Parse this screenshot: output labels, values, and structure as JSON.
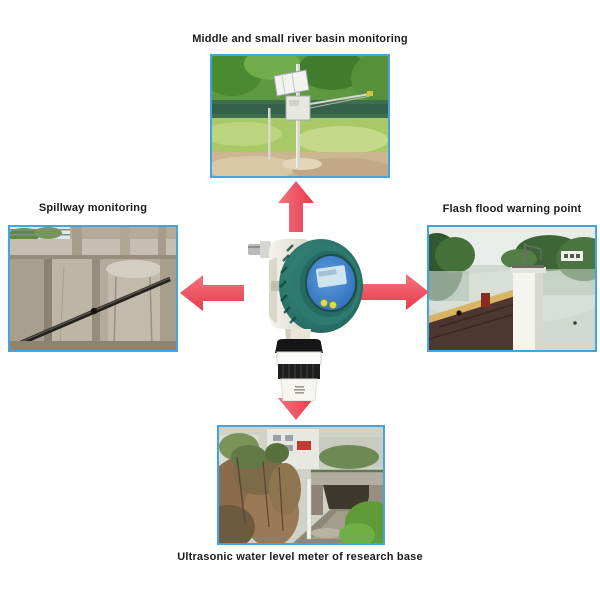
{
  "colors": {
    "arrow_red": "#e9404f",
    "arrow_red_light": "#f4737e",
    "image_border_blue": "#42a5e0",
    "label_text": "#1b1b1b"
  },
  "center": {
    "device_icon": "ultrasonic-level-meter-illustration"
  },
  "nodes": {
    "top": {
      "label": "Middle and small river basin monitoring",
      "photo_icon": "river-basin-monitoring-station-photo"
    },
    "left": {
      "label": "Spillway monitoring",
      "photo_icon": "spillway-concrete-structure-photo"
    },
    "right": {
      "label": "Flash flood warning point",
      "photo_icon": "flood-warning-lake-tower-photo"
    },
    "bottom": {
      "label": "Ultrasonic water level meter of research base",
      "photo_icon": "research-base-stream-photo"
    }
  },
  "arrows": {
    "up": "arrow-up-icon",
    "down": "arrow-down-icon",
    "left": "arrow-left-icon",
    "right": "arrow-right-icon"
  }
}
